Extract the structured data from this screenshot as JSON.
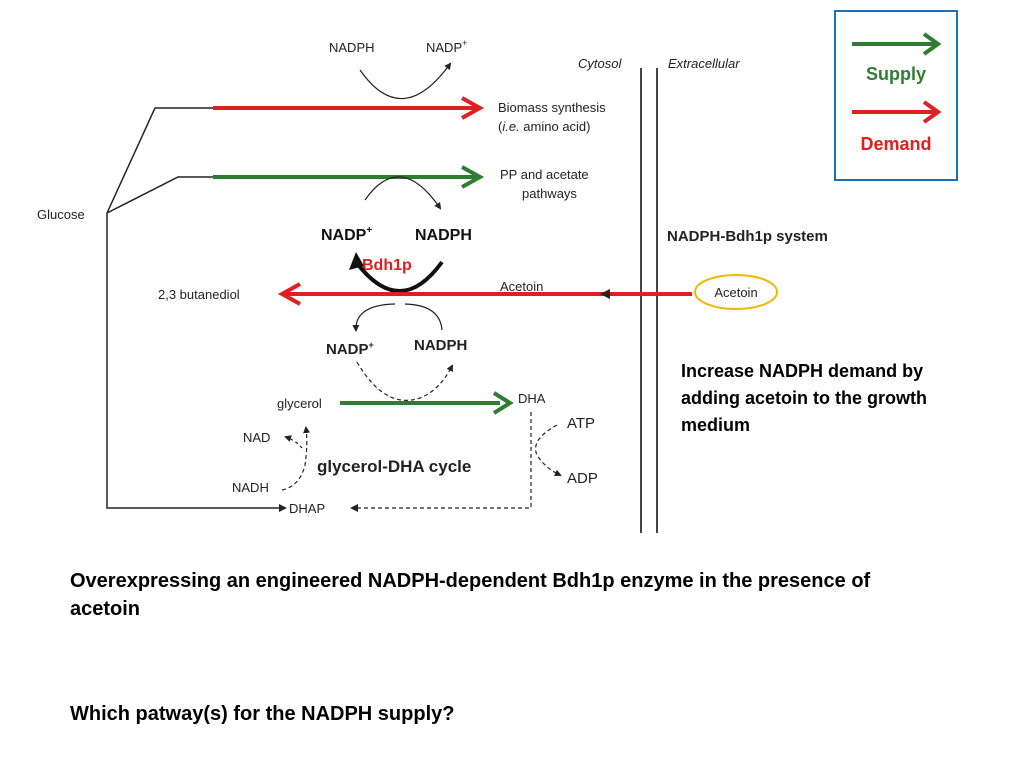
{
  "legend": {
    "supply": "Supply",
    "demand": "Demand"
  },
  "colors": {
    "supply": "#2e7d32",
    "demand": "#e02020",
    "legend_border": "#1c6fb8",
    "acetoin_ellipse": "#f0b800"
  },
  "compartments": {
    "cytosol": "Cytosol",
    "extracellular": "Extracellular"
  },
  "nodes": {
    "glucose": "Glucose",
    "biomass_line1": "Biomass synthesis",
    "biomass_line2_prefix": "(",
    "biomass_line2_italic": "i.e.",
    "biomass_line2_rest": " amino acid)",
    "pp_line1": "PP and acetate",
    "pp_line2": "pathways",
    "butanediol": "2,3 butanediol",
    "acetoin_inner": "Acetoin",
    "acetoin_ext": "Acetoin",
    "glycerol": "glycerol",
    "dha": "DHA",
    "dhap": "DHAP",
    "nad": "NAD",
    "nadh": "NADH",
    "atp": "ATP",
    "adp": "ADP"
  },
  "cofactors": {
    "top_nadph": "NADPH",
    "top_nadp": "NADP",
    "top_nadp_sup": "+",
    "bdh_nadp": "NADP",
    "bdh_nadp_sup": "+",
    "bdh_nadph": "NADPH",
    "enzyme": "Bdh1p",
    "lower_nadp": "NADP",
    "lower_nadp_sup": "+",
    "lower_nadph": "NADPH"
  },
  "system_title": "NADPH-Bdh1p system",
  "cycle_label": "glycerol-DHA cycle",
  "note": "Increase NADPH demand by adding acetoin to the growth medium",
  "caption": "Overexpressing an engineered NADPH-dependent Bdh1p enzyme in the presence of acetoin",
  "question": "Which patway(s) for the NADPH supply?"
}
